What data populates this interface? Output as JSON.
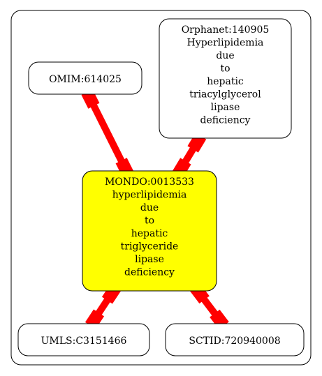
{
  "diagram": {
    "type": "graph",
    "cluster_border": "#000000",
    "edge_color": "#ff0000",
    "center_fill": "#ffff00",
    "node_fill": "#ffffff",
    "nodes": [
      {
        "id": "omim",
        "lines": [
          "OMIM:614025"
        ],
        "fill": "#ffffff"
      },
      {
        "id": "orphanet",
        "lines": [
          "Orphanet:140905",
          "Hyperlipidemia",
          "due",
          "to",
          "hepatic",
          "triacylglycerol",
          "lipase",
          "deficiency"
        ],
        "fill": "#ffffff"
      },
      {
        "id": "mondo",
        "lines": [
          "MONDO:0013533",
          "hyperlipidemia",
          "due",
          "to",
          "hepatic",
          "triglyceride",
          "lipase",
          "deficiency"
        ],
        "fill": "#ffff00"
      },
      {
        "id": "umls",
        "lines": [
          "UMLS:C3151466"
        ],
        "fill": "#ffffff"
      },
      {
        "id": "sctid",
        "lines": [
          "SCTID:720940008"
        ],
        "fill": "#ffffff"
      }
    ],
    "edges": [
      {
        "from": "omim",
        "to": "mondo"
      },
      {
        "from": "orphanet",
        "to": "mondo"
      },
      {
        "from": "mondo",
        "to": "umls"
      },
      {
        "from": "mondo",
        "to": "sctid"
      }
    ]
  }
}
